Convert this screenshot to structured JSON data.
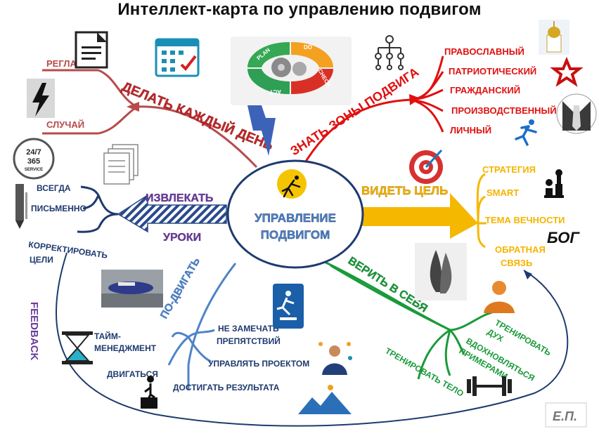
{
  "title": "Интеллект-карта по управлению подвигом",
  "center": {
    "line1": "УПРАВЛЕНИЕ",
    "line2": "ПОДВИГОМ"
  },
  "pdca": {
    "plan": "PLAN",
    "do": "DO",
    "check": "CHECK",
    "act": "ACT"
  },
  "branches": {
    "daily": {
      "label": "ДЕЛАТЬ КАЖДЫЙ ДЕНЬ",
      "items": [
        "РЕГЛАМЕНТ",
        "СЛУЧАЙ"
      ],
      "color": "#b84a4a"
    },
    "zones": {
      "label": "ЗНАТЬ ЗОНЫ ПОДВИГА",
      "items": [
        "ПРАВОСЛАВНЫЙ",
        "ПАТРИОТИЧЕСКИЙ",
        "ГРАЖДАНСКИЙ",
        "ПРОИЗВОДСТВЕННЫЙ",
        "ЛИЧНЫЙ"
      ],
      "color": "#e01010"
    },
    "goal": {
      "label": "ВИДЕТЬ ЦЕЛЬ",
      "items": [
        "СТРАТЕГИЯ",
        "SMART",
        "ТЕМА ВЕЧНОСТИ",
        "ОБРАТНАЯ",
        "СВЯЗЬ"
      ],
      "color": "#f5b400"
    },
    "believe": {
      "label": "ВЕРИТЬ В СЕБЯ",
      "items": [
        "ТРЕНИРОВАТЬ",
        "ДУХ",
        "ВДОХНОВЛЯТЬСЯ",
        "ПРИМЕРАМИ",
        "ТРЕНИРОВАТЬ ТЕЛО"
      ],
      "color": "#1a9a3a"
    },
    "move": {
      "label": "ПО-ДВИГАТЬ",
      "items": [
        "ТАЙМ-",
        "МЕНЕДЖМЕНТ",
        "ДВИГАТЬСЯ",
        "НЕ ЗАМЕЧАТЬ",
        "ПРЕПЯТСТВИЙ",
        "УПРАВЛЯТЬ ПРОЕКТОМ",
        "ДОСТИГАТЬ РЕЗУЛЬТАТА"
      ],
      "color": "#4f83c8"
    },
    "lessons": {
      "label1": "ИЗВЛЕКАТЬ",
      "label2": "УРОКИ",
      "items": [
        "ВСЕГДА",
        "ПИСЬМЕННО",
        "КОРРЕКТИРОВАТЬ",
        "ЦЕЛИ"
      ],
      "color": "#1e3a6e"
    }
  },
  "feedback": "FEEDBACK",
  "bog": "БОГ",
  "signature": "Е.П.",
  "service": {
    "line1": "24/7",
    "line2": "365",
    "line3": "SERVICE"
  },
  "colors": {
    "label_purple": "#6a3b9a",
    "daily_label": "#c2282a",
    "lessons_arrow": "#2a4a8a",
    "bolt": "#3d63b8"
  }
}
